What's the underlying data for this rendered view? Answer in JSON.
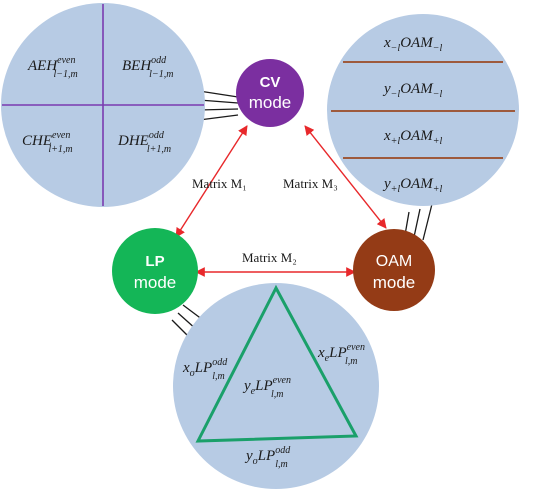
{
  "colors": {
    "bubble": "#b7cbe4",
    "cv": "#7b2fa0",
    "lp": "#14b657",
    "oam": "#943b16",
    "arrow": "#e8282b",
    "cv_divider": "#7a3bb0",
    "oam_divider": "#9b4a24",
    "triangle": "#1aa06a",
    "connector": "#1a1a1a"
  },
  "modes": {
    "cv": {
      "name": "CV",
      "sub": "mode"
    },
    "lp": {
      "name": "LP",
      "sub": "mode"
    },
    "oam": {
      "name": "OAM",
      "sub": "mode"
    }
  },
  "matrices": {
    "m1": "Matrix M₁",
    "m2": "Matrix M₂",
    "m3": "Matrix M₃"
  },
  "cv_modes": [
    {
      "base": "AEH",
      "sup": "even",
      "sub": "l−1,m"
    },
    {
      "base": "BEH",
      "sup": "odd",
      "sub": "l−1,m"
    },
    {
      "base": "CHE",
      "sup": "even",
      "sub": "l+1,m"
    },
    {
      "base": "DHE",
      "sup": "odd",
      "sub": "l+1,m"
    }
  ],
  "oam_modes": [
    {
      "pre": "x",
      "pre_sub": "−l",
      "base": "OAM",
      "sub": "−l"
    },
    {
      "pre": "y",
      "pre_sub": "−l",
      "base": "OAM",
      "sub": "−l"
    },
    {
      "pre": "x",
      "pre_sub": "+l",
      "base": "OAM",
      "sub": "+l"
    },
    {
      "pre": "y",
      "pre_sub": "+l",
      "base": "OAM",
      "sub": "+l"
    }
  ],
  "lp_modes": [
    {
      "pre": "x",
      "pre_sub": "o",
      "base": "LP",
      "sup": "odd",
      "sub": "l,m"
    },
    {
      "pre": "x",
      "pre_sub": "e",
      "base": "LP",
      "sup": "even",
      "sub": "l,m"
    },
    {
      "pre": "y",
      "pre_sub": "e",
      "base": "LP",
      "sup": "even",
      "sub": "l,m"
    },
    {
      "pre": "y",
      "pre_sub": "o",
      "base": "LP",
      "sup": "odd",
      "sub": "l,m"
    }
  ]
}
